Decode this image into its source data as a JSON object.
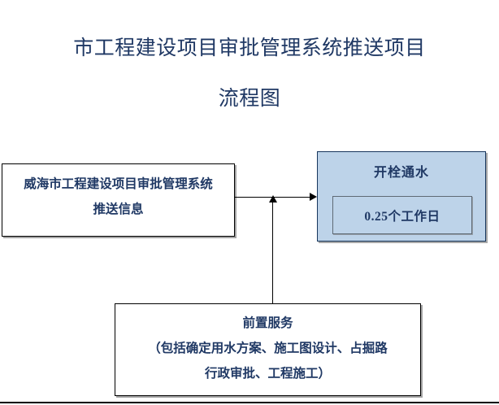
{
  "title": {
    "line1": "市工程建设项目审批管理系统推送项目",
    "line2": "流程图",
    "color": "#1f3864"
  },
  "nodes": {
    "source": {
      "name": "威海市工程建设项目审批管理系统推送信息",
      "line1": "威海市工程建设项目审批管理系统",
      "line2": "推送信息",
      "fill": "#ffffff",
      "border": "#000000",
      "text_color": "#1f3864"
    },
    "process": {
      "title": "开栓通水",
      "duration": "0.25个工作日",
      "fill": "#bdd3e9",
      "border": "#17365d",
      "inner_border": "#5f6a75",
      "text_color": "#1f3864"
    },
    "preservice": {
      "line1": "前置服务",
      "line2": "（包括确定用水方案、施工图设计、占掘路",
      "line3": "行政审批、工程施工）",
      "fill": "#ffffff",
      "border": "#000000",
      "text_color": "#1f3864"
    }
  },
  "connectors": {
    "source_to_process": "arrow-right",
    "preservice_to_flow": "arrow-up",
    "color": "#000000"
  }
}
